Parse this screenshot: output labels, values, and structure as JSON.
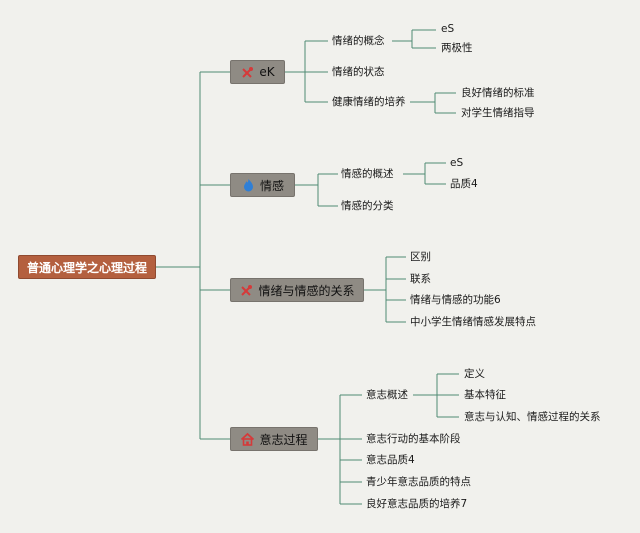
{
  "root": {
    "label": "普通心理学之心理过程"
  },
  "branches": [
    {
      "label": "eK",
      "icon": "tools-icon",
      "children": [
        {
          "label": "情绪的概念",
          "children": [
            {
              "label": "eS"
            },
            {
              "label": "两极性"
            }
          ]
        },
        {
          "label": "情绪的状态",
          "children": []
        },
        {
          "label": "健康情绪的培养",
          "children": [
            {
              "label": "良好情绪的标准"
            },
            {
              "label": "对学生情绪指导"
            }
          ]
        }
      ]
    },
    {
      "label": "情感",
      "icon": "flame-icon",
      "children": [
        {
          "label": "情感的概述",
          "children": [
            {
              "label": "eS"
            },
            {
              "label": "品质4"
            }
          ]
        },
        {
          "label": "情感的分类",
          "children": []
        }
      ]
    },
    {
      "label": "情绪与情感的关系",
      "icon": "tools-icon",
      "children": [
        {
          "label": "区别",
          "children": []
        },
        {
          "label": "联系",
          "children": []
        },
        {
          "label": "情绪与情感的功能6",
          "children": []
        },
        {
          "label": "中小学生情绪情感发展特点",
          "children": []
        }
      ]
    },
    {
      "label": "意志过程",
      "icon": "home-icon",
      "children": [
        {
          "label": "意志概述",
          "children": [
            {
              "label": "定义"
            },
            {
              "label": "基本特征"
            },
            {
              "label": "意志与认知、情感过程的关系"
            }
          ]
        },
        {
          "label": "意志行动的基本阶段",
          "children": []
        },
        {
          "label": "意志品质4",
          "children": []
        },
        {
          "label": "青少年意志品质的特点",
          "children": []
        },
        {
          "label": "良好意志品质的培养7",
          "children": []
        }
      ]
    }
  ],
  "colors": {
    "background": "#f1f1ed",
    "root_fill": "#b4603f",
    "branch_fill": "#8f8b84",
    "connector": "#4f8a73",
    "icon_red": "#d53a3a",
    "icon_blue": "#2f7fd6"
  }
}
